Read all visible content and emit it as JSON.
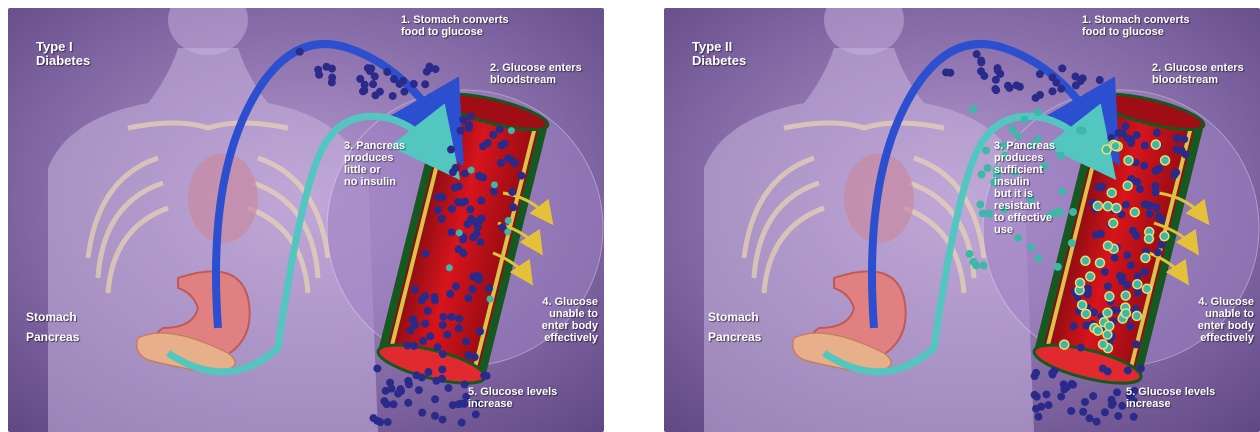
{
  "panels": [
    {
      "title": "Type I\nDiabetes",
      "stomach": "Stomach",
      "pancreas": "Pancreas",
      "step1": "1. Stomach converts\nfood to glucose",
      "step2": "2. Glucose enters\nbloodstream",
      "step3": "3. Pancreas\nproduces\nlittle or\nno insulin",
      "step4": "4. Glucose\nunable to\nenter body\neffectively",
      "step5": "5. Glucose levels\nincrease"
    },
    {
      "title": "Type II\nDiabetes",
      "stomach": "Stomach",
      "pancreas": "Pancreas",
      "step1": "1. Stomach converts\nfood to glucose",
      "step2": "2. Glucose enters\nbloodstream",
      "step3": "3. Pancreas\nproduces\nsufficient\ninsulin\nbut it is\nresistant\nto effective\nuse",
      "step4": "4. Glucose\nunable to\nenter body\neffectively",
      "step5": "5. Glucose levels\nincrease"
    }
  ],
  "colors": {
    "background": "#8f6fb0",
    "glucose": "#2a2a8a",
    "insulin": "#3fb7a8",
    "vessel": "#c4121a",
    "arrow_glucose": "#2c4fd0",
    "arrow_insulin": "#53c6c0",
    "escape_arrow": "#e3c23a"
  }
}
